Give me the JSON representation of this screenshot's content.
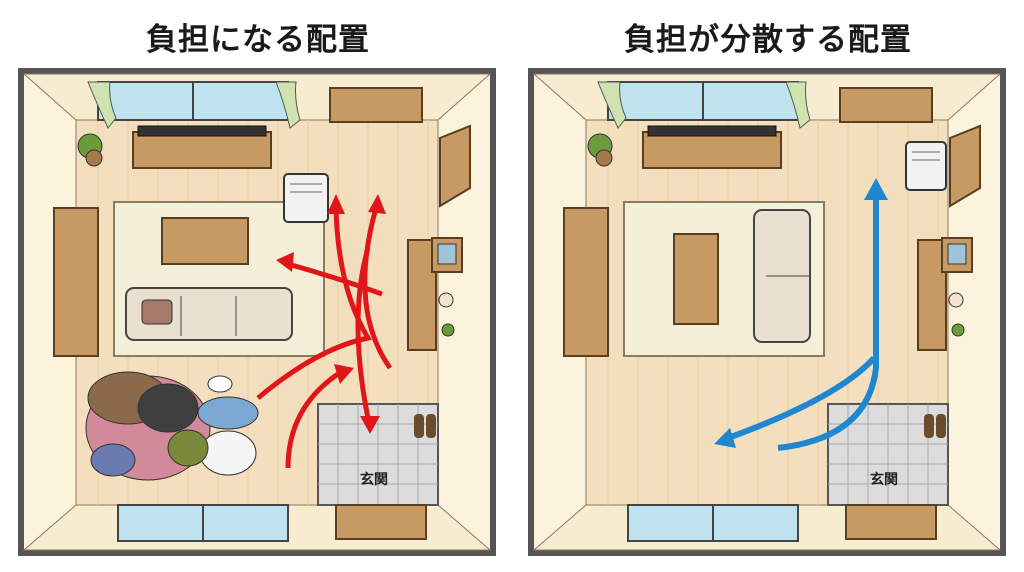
{
  "panels": [
    {
      "title": "負担になる配置",
      "entrance_label": "玄関",
      "arrow_color": "#e0161b"
    },
    {
      "title": "負担が分散する配置",
      "entrance_label": "玄関",
      "arrow_color": "#1f86d0"
    }
  ],
  "colors": {
    "wall": "#555555",
    "floor": "#f3dfbd",
    "rug": "#f4efd8",
    "furniture": "#c79a63"
  }
}
